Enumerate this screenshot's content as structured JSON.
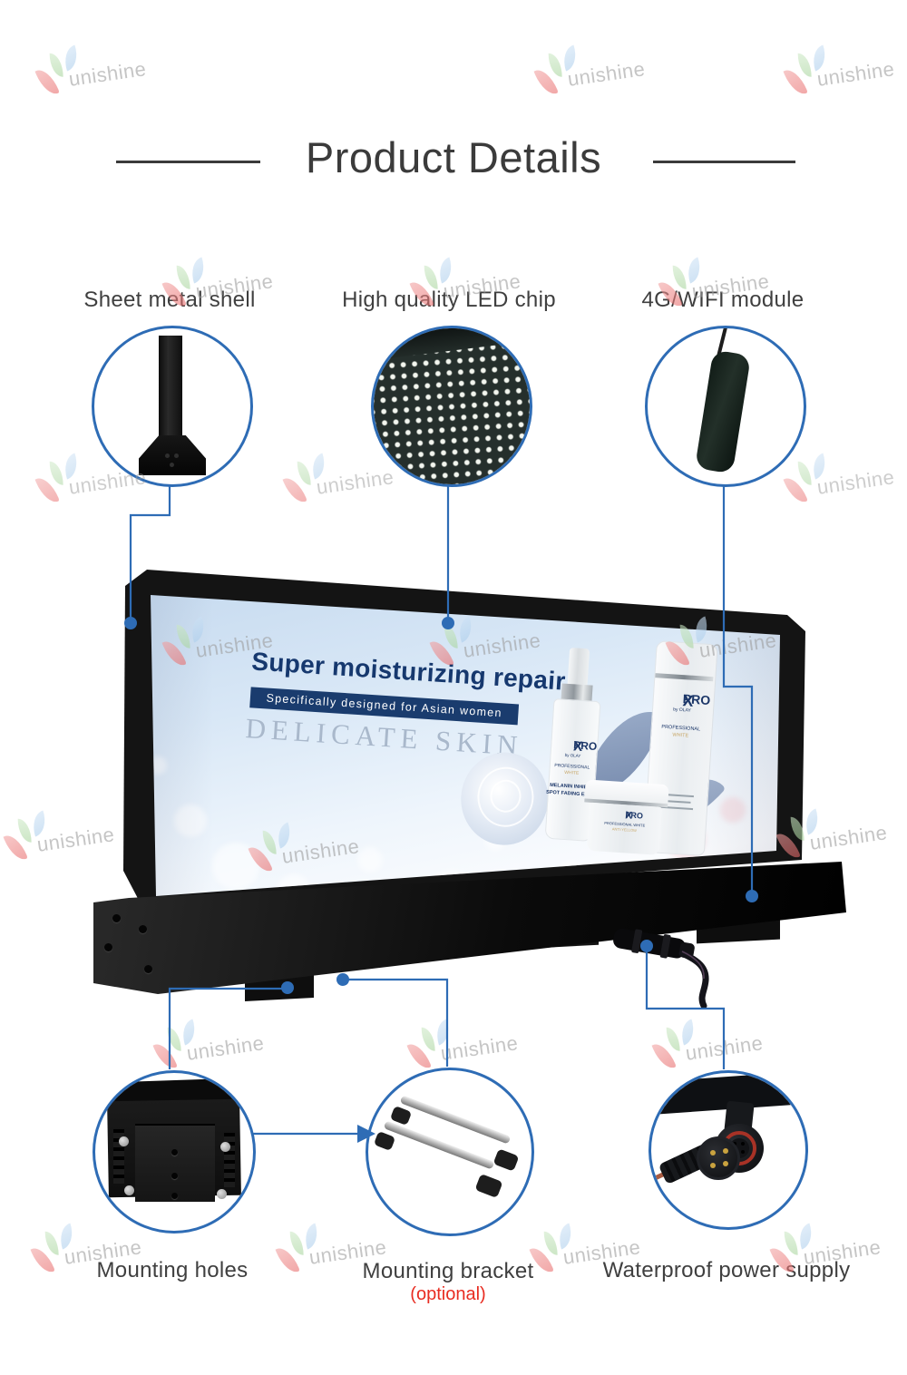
{
  "title": {
    "text": "Product Details"
  },
  "watermark": {
    "text": "unishine"
  },
  "callouts": {
    "sheet_metal": {
      "label": "Sheet metal shell"
    },
    "led_chip": {
      "label": "High quality LED chip"
    },
    "wifi": {
      "label": "4G/WIFI module"
    },
    "mounting_holes": {
      "label": "Mounting holes"
    },
    "mounting_bracket": {
      "label": "Mounting bracket",
      "note": "(optional)"
    },
    "power": {
      "label": "Waterproof power supply"
    }
  },
  "screen_ad": {
    "headline": "Super moisturizing repair",
    "subheadline": "Specifically designed for Asian women",
    "tagline": "DELICATE SKIN",
    "brand": {
      "name": "PRO",
      "x": "X",
      "sub": "by OLAY"
    },
    "dropper": {
      "line1": "PROFESSIONAL",
      "line2": "WHITE",
      "line3": "MELANIN INHIBIT",
      "line4": "SPOT FADING ESSE"
    },
    "bottle": {
      "line1": "PROFESSIONAL",
      "line2": "WHITE"
    },
    "jar": {
      "line1": "PROFESSIONAL WHITE",
      "line2": "ANTI-YELLOW"
    }
  },
  "colors": {
    "accent_blue": "#2e6cb5",
    "headline_navy": "#16386e",
    "note_red": "#e82c21",
    "title_gray": "#3b3b3b"
  }
}
